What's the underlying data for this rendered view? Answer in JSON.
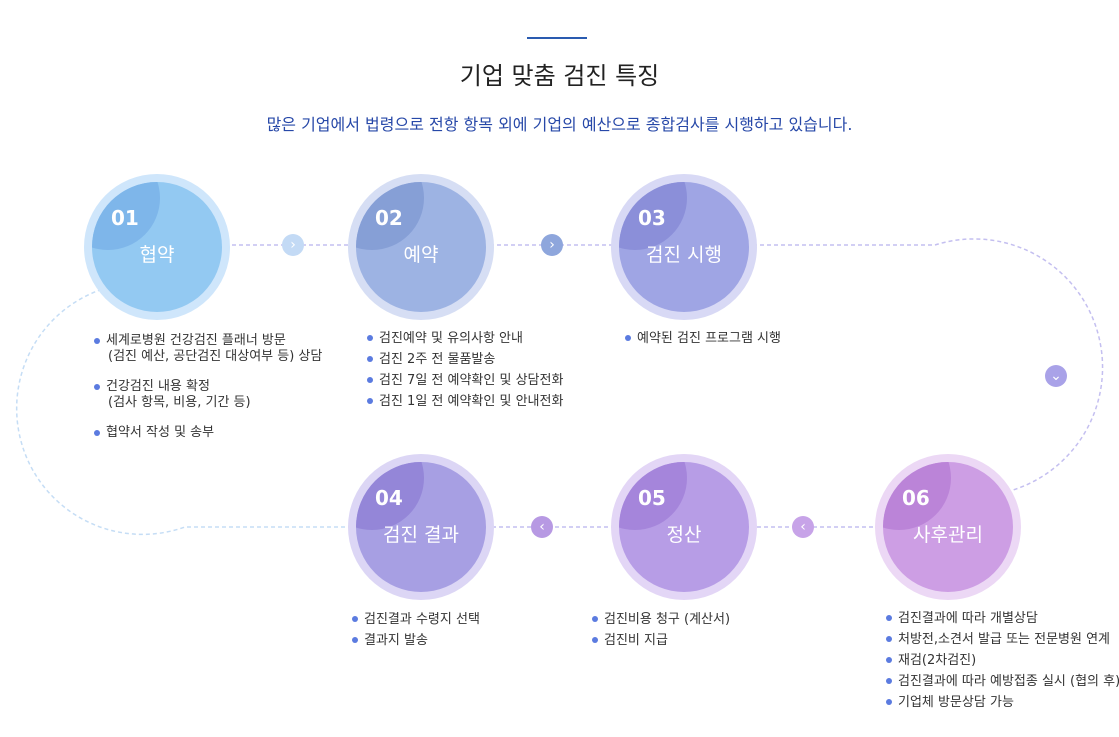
{
  "heading": {
    "title": "기업 맞춤 검진 특징",
    "subtitle": "많은 기업에서 법령으로 전항 항목 외에 기업의 예산으로 종합검사를 시행하고 있습니다."
  },
  "colors": {
    "accent": "#2a5bb0",
    "bullet": "#5b7be0",
    "connector": "#c4bff0"
  },
  "steps": [
    {
      "num": "01",
      "name": "협약",
      "color": "#93c9f2",
      "dark": "#7eb6ea",
      "ring": "#cfe6fb",
      "items": [
        {
          "line1": "세계로병원 건강검진 플래너 방문",
          "line2": "(검진 예산, 공단검진 대상여부 등) 상담"
        },
        {
          "line1": "건강검진 내용 확정",
          "line2": "(검사 항목, 비용, 기간 등)"
        },
        {
          "line1": "협약서 작성 및 송부"
        }
      ]
    },
    {
      "num": "02",
      "name": "예약",
      "color": "#9db3e3",
      "dark": "#869fd6",
      "ring": "#d6def4",
      "items": [
        "검진예약 및 유의사항 안내",
        "검진 2주 전 물품발송",
        "검진 7일 전 예약확인 및 상담전화",
        "검진 1일 전 예약확인 및 안내전화"
      ]
    },
    {
      "num": "03",
      "name": "검진 시행",
      "color": "#9fa5e4",
      "dark": "#8b8fd9",
      "ring": "#d8d9f5",
      "items": [
        "예약된 검진 프로그램 시행"
      ]
    },
    {
      "num": "04",
      "name": "검진 결과",
      "color": "#a79fe3",
      "dark": "#9486d8",
      "ring": "#dcd6f5",
      "items": [
        "검진결과 수령지 선택",
        "결과지 발송"
      ]
    },
    {
      "num": "05",
      "name": "정산",
      "color": "#b79de6",
      "dark": "#a585db",
      "ring": "#e3d6f6",
      "items": [
        "검진비용 청구 (계산서)",
        "검진비 지급"
      ]
    },
    {
      "num": "06",
      "name": "사후관리",
      "color": "#cd9ee4",
      "dark": "#bb84d8",
      "ring": "#ecd8f5",
      "items": [
        "검진결과에 따라 개별상담",
        "처방전,소견서 발급 또는 전문병원 연계",
        "재검(2차검진)",
        "검진결과에 따라 예방접종 실시 (협의 후)",
        "기업체 방문상담 가능"
      ]
    }
  ],
  "arrows": [
    {
      "icon": "chevron-right-icon",
      "glyph": "›",
      "color": "#c3daf5"
    },
    {
      "icon": "chevron-right-icon",
      "glyph": "›",
      "color": "#8ea6dc"
    },
    {
      "icon": "chevron-down-icon",
      "glyph": "⌄",
      "color": "#a9a2e8"
    },
    {
      "icon": "chevron-left-icon",
      "glyph": "‹",
      "color": "#c7a3e8"
    },
    {
      "icon": "chevron-left-icon",
      "glyph": "‹",
      "color": "#b799e3"
    }
  ]
}
